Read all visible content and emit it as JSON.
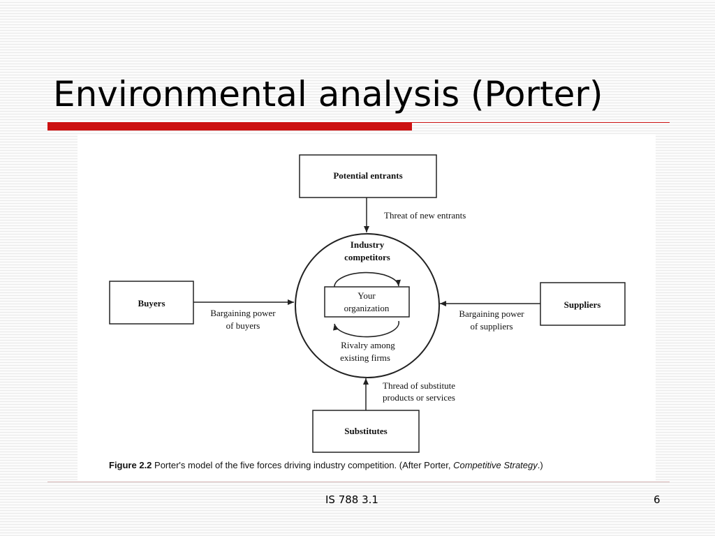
{
  "slide": {
    "title": "Environmental analysis (Porter)",
    "footer_course": "IS 788 3.1",
    "footer_page": "6"
  },
  "diagram": {
    "center": {
      "heading_line1": "Industry",
      "heading_line2": "competitors",
      "org_line1": "Your",
      "org_line2": "organization",
      "rivalry_line1": "Rivalry among",
      "rivalry_line2": "existing firms"
    },
    "nodes": {
      "potential_entrants": "Potential entrants",
      "buyers": "Buyers",
      "suppliers": "Suppliers",
      "substitutes": "Substitutes"
    },
    "forces": {
      "new_entrants": "Threat of new entrants",
      "buyers_line1": "Bargaining power",
      "buyers_line2": "of buyers",
      "suppliers_line1": "Bargaining power",
      "suppliers_line2": "of suppliers",
      "substitutes_line1": "Thread of substitute",
      "substitutes_line2": "products or services"
    },
    "caption": {
      "label": "Figure 2.2",
      "text": " Porter's model of the five forces driving industry competition. (After Porter, ",
      "source": "Competitive Strategy",
      "end": ".)"
    }
  }
}
